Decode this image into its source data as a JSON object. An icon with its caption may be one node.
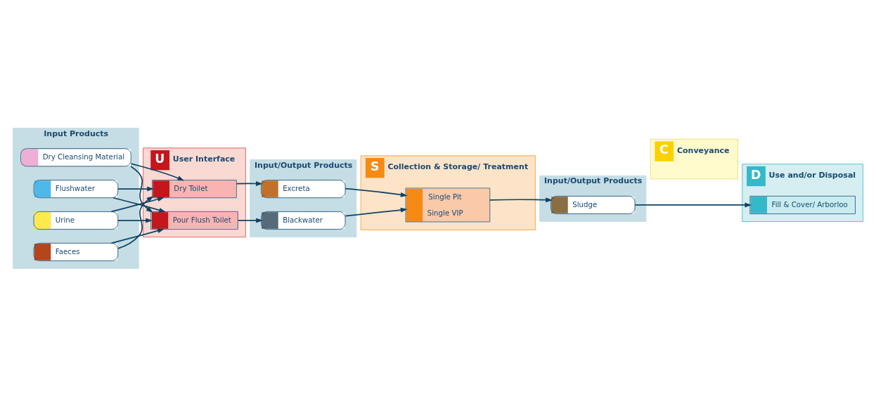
{
  "diagram": {
    "nodes": [
      {
        "text": [
          "Input Products"
        ]
      },
      {
        "text": [
          "Dry Cleansing Material"
        ],
        "in": 0
      },
      {
        "text": [
          "Urine"
        ],
        "in": 0
      },
      {
        "text": [
          "Faeces"
        ],
        "in": 0
      },
      {
        "text": [
          "Flushwater"
        ],
        "in": 0
      },
      {
        "text": [
          "U",
          "User Interface"
        ]
      },
      {
        "text": [
          "Dry Toilet"
        ],
        "in": 5
      },
      {
        "text": [
          "Pour Flush Toilet"
        ],
        "in": 5
      },
      {
        "text": [
          "Input/Output Products"
        ]
      },
      {
        "text": [
          "Excreta"
        ],
        "in": 8
      },
      {
        "text": [
          "Blackwater"
        ],
        "in": 8
      },
      {
        "text": [
          "S",
          "Collection & Storage/ Treatment"
        ]
      },
      {
        "text": [
          "Single Pit",
          "Single VIP"
        ],
        "in": 11
      },
      {
        "text": [
          "Input/Output Products"
        ]
      },
      {
        "text": [
          "Sludge"
        ],
        "in": 13
      },
      {
        "text": [
          "C",
          "Conveyance"
        ]
      },
      {
        "text": [
          "D",
          "Use and/or Disposal"
        ]
      },
      {
        "text": [
          "Fill & Cover/ Arborloo"
        ],
        "in": 16
      }
    ],
    "edges": [
      {
        "from": 1,
        "to": 6,
        "arrow": "to"
      },
      {
        "from": 2,
        "to": 6,
        "arrow": "to"
      },
      {
        "from": 3,
        "to": 6,
        "arrow": "to"
      },
      {
        "from": 4,
        "to": 6,
        "arrow": "to"
      },
      {
        "from": 1,
        "to": 7,
        "arrow": "to"
      },
      {
        "from": 2,
        "to": 7,
        "arrow": "to"
      },
      {
        "from": 3,
        "to": 7,
        "arrow": "to"
      },
      {
        "from": 4,
        "to": 7,
        "arrow": "to"
      },
      {
        "from": 6,
        "to": 9,
        "arrow": "to"
      },
      {
        "from": 7,
        "to": 10,
        "arrow": "to"
      },
      {
        "from": 9,
        "to": 12,
        "arrow": "to"
      },
      {
        "from": 10,
        "to": 12,
        "arrow": "to"
      },
      {
        "from": 12,
        "to": 14,
        "arrow": "to"
      },
      {
        "from": 14,
        "to": 17,
        "arrow": "to"
      }
    ]
  }
}
